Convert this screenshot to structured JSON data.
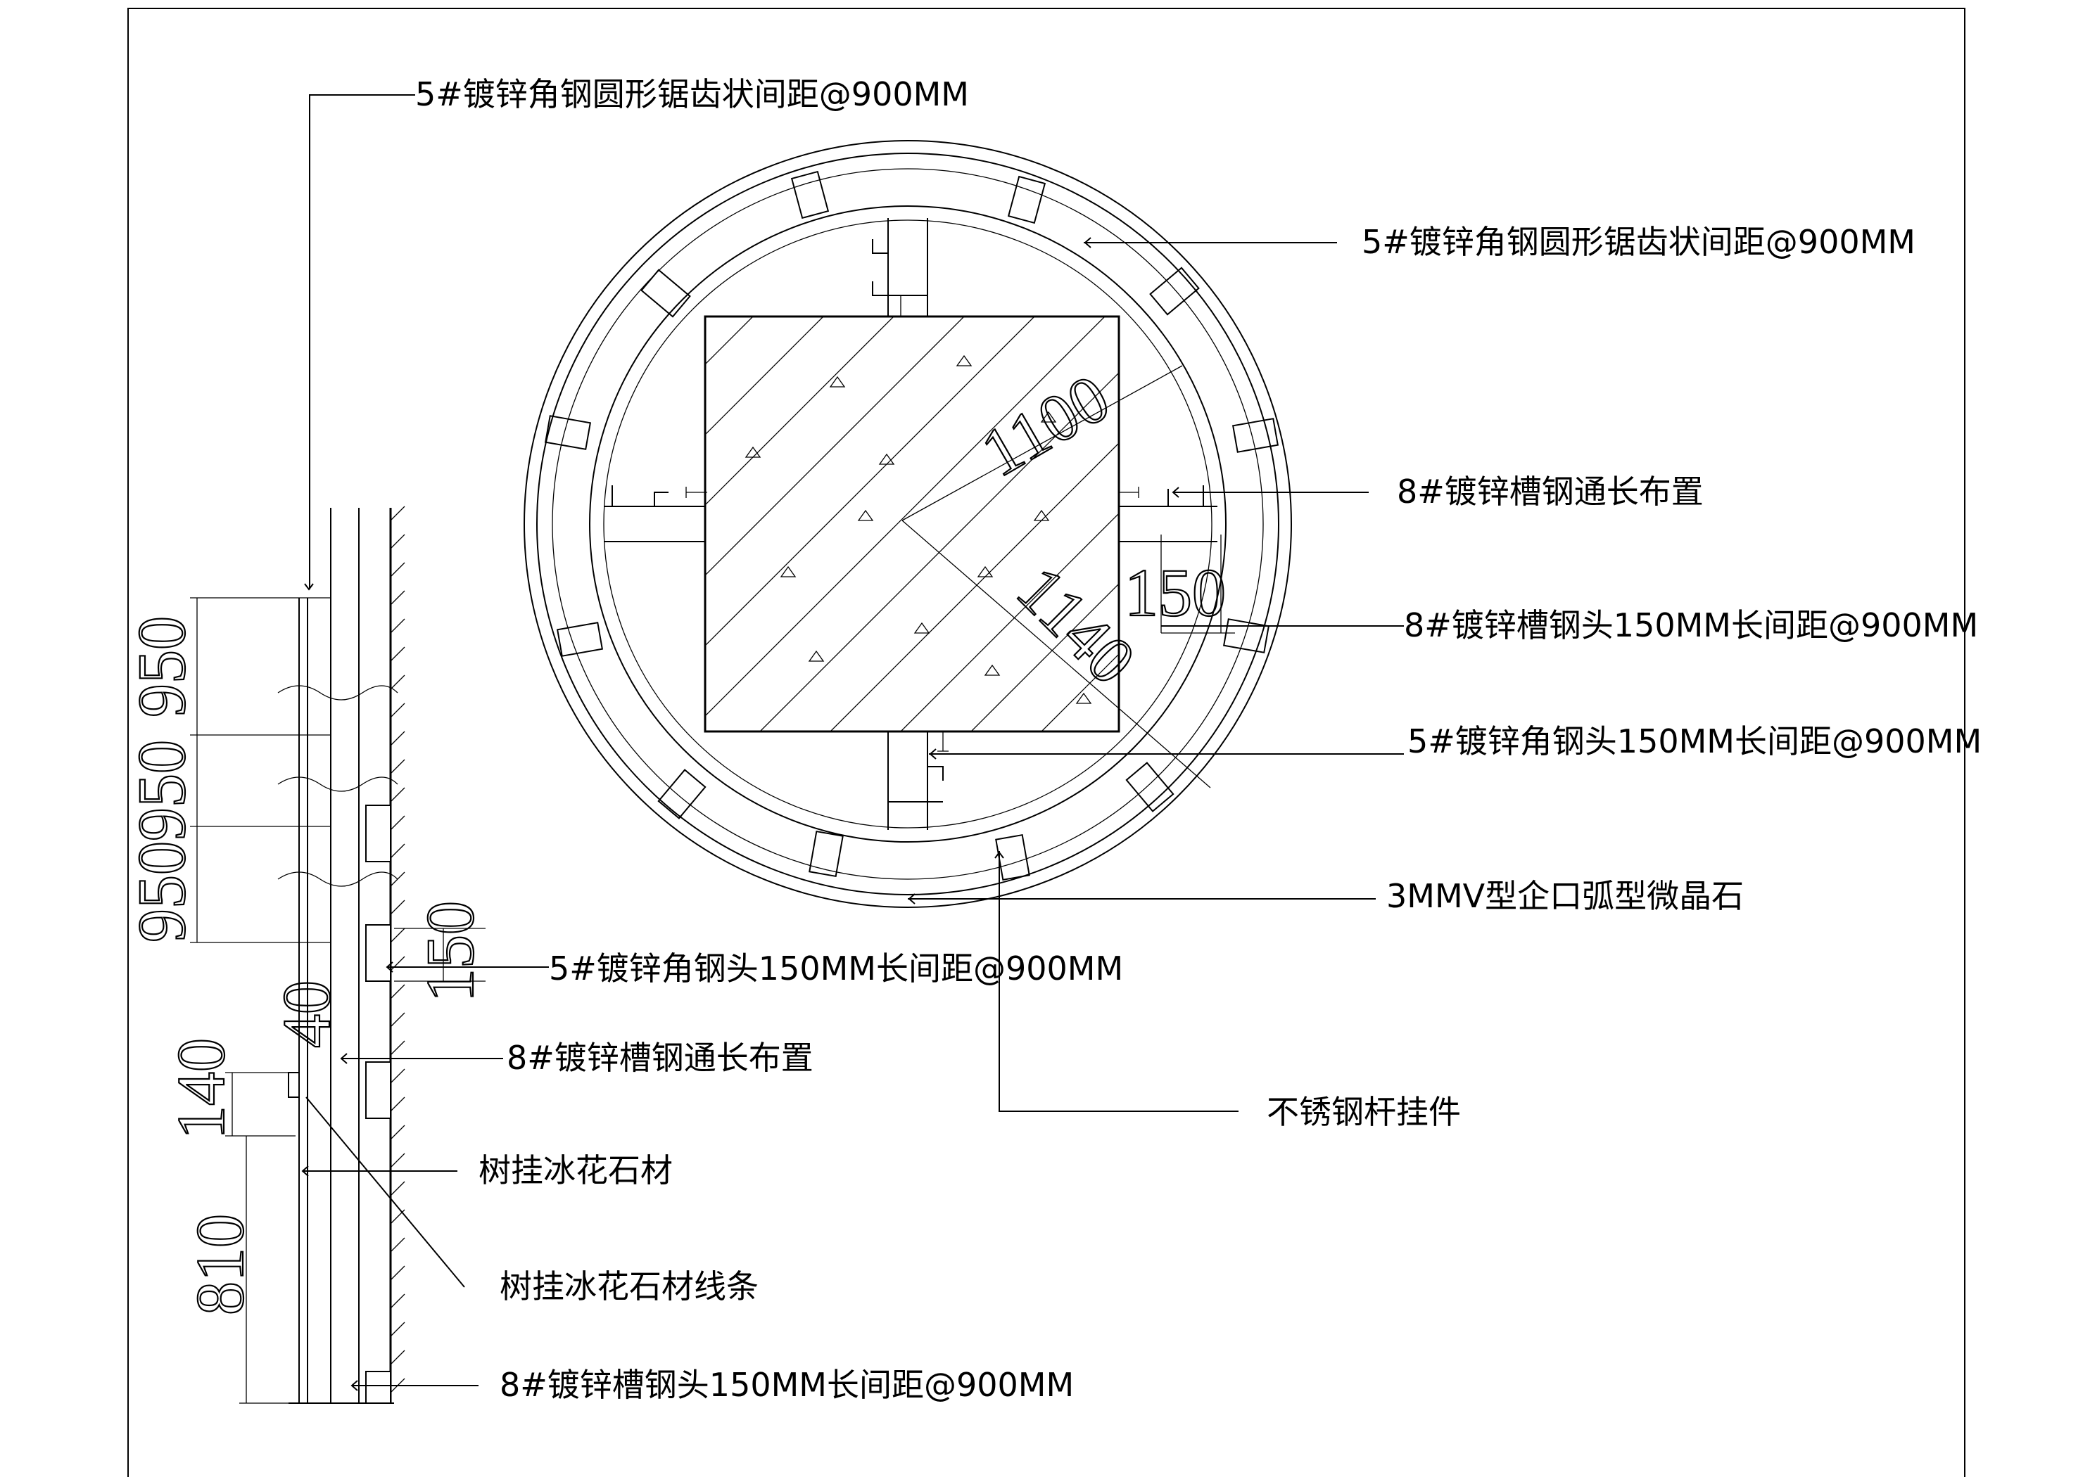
{
  "labels": {
    "left_angle_circle": "5#镀锌角钢圆形锯齿状间距@900MM",
    "right_angle_circle": "5#镀锌角钢圆形锯齿状间距@900MM",
    "right_channel_full": "8#镀锌槽钢通长布置",
    "right_channel_head": "8#镀锌槽钢头150MM长间距@900MM",
    "right_angle_head": "5#镀锌角钢头150MM长间距@900MM",
    "right_stone": "3MMV型企口弧型微晶石",
    "left_angle_head": "5#镀锌角钢头150MM长间距@900MM",
    "left_channel_full": "8#镀锌槽钢通长布置",
    "steel_hanger": "不锈钢杆挂件",
    "tree_stone": "树挂冰花石材",
    "tree_stone_line": "树挂冰花石材线条",
    "left_channel_head": "8#镀锌槽钢头150MM长间距@900MM"
  },
  "dimensions": {
    "d1100": "1100",
    "d1140": "1140",
    "d150_circle": "150",
    "d950_top": "950",
    "d950_stack": "950950",
    "d950_bottom": "950",
    "d150_side": "150",
    "d40": "40",
    "d140": "140",
    "d810": "810"
  }
}
